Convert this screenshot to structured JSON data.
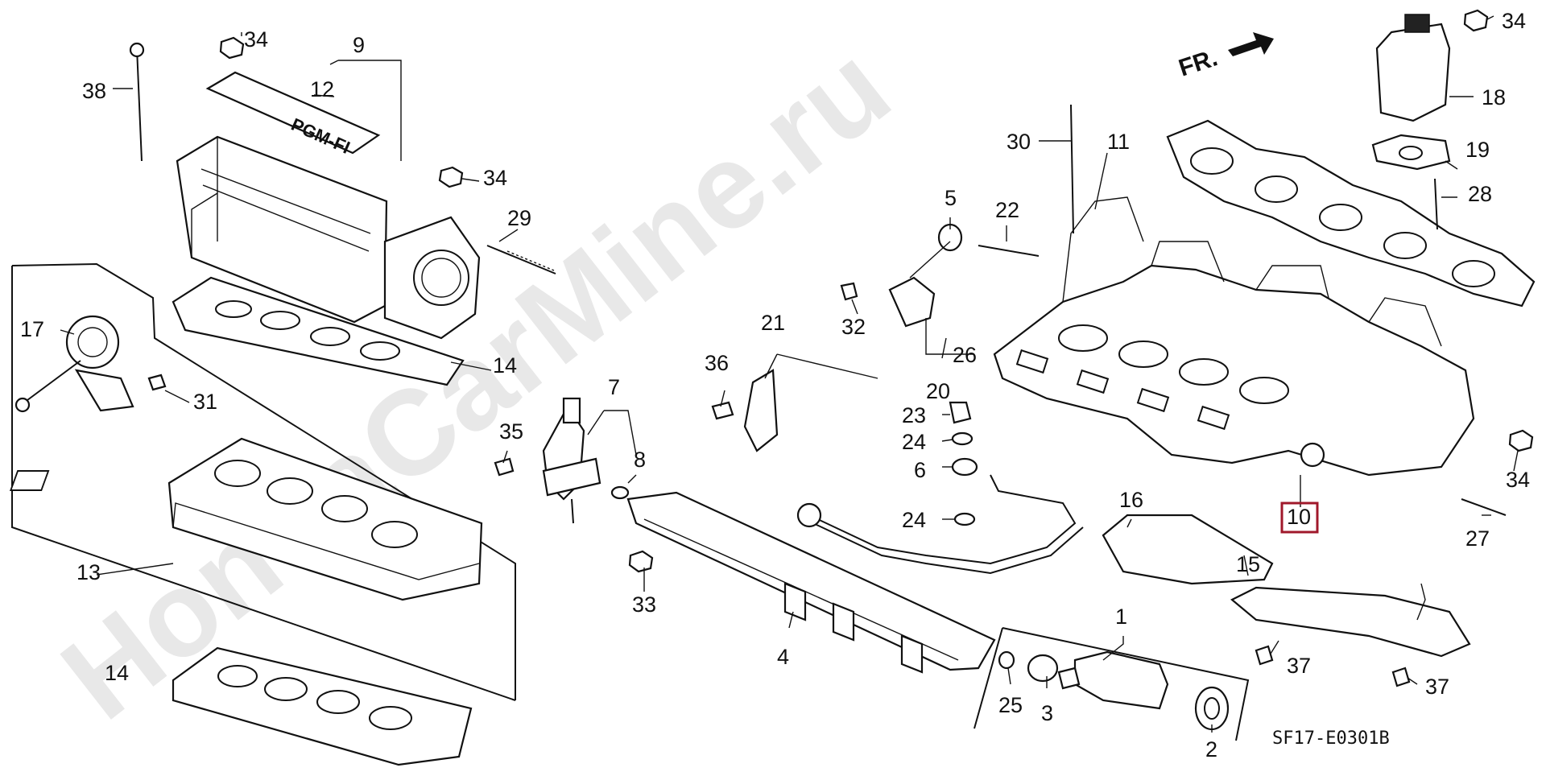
{
  "diagram": {
    "watermark": "HondaCarMine.ru",
    "direction_label": "FR.",
    "diagram_code": "SF17-E0301B",
    "embossed_text": "PGM-FI",
    "highlight_color": "#a0182b",
    "callouts": {
      "c1": "1",
      "c2": "2",
      "c3": "3",
      "c4": "4",
      "c5": "5",
      "c6": "6",
      "c7": "7",
      "c8": "8",
      "c9": "9",
      "c10": "10",
      "c11": "11",
      "c12": "12",
      "c13": "13",
      "c14a": "14",
      "c14b": "14",
      "c15": "15",
      "c16": "16",
      "c17": "17",
      "c18": "18",
      "c19": "19",
      "c20": "20",
      "c21": "21",
      "c22": "22",
      "c23": "23",
      "c24a": "24",
      "c24b": "24",
      "c25": "25",
      "c26": "26",
      "c27": "27",
      "c28": "28",
      "c29": "29",
      "c30": "30",
      "c31": "31",
      "c32": "32",
      "c33": "33",
      "c34a": "34",
      "c34b": "34",
      "c34c": "34",
      "c34d": "34",
      "c35": "35",
      "c36": "36",
      "c37a": "37",
      "c37b": "37",
      "c38": "38"
    }
  }
}
